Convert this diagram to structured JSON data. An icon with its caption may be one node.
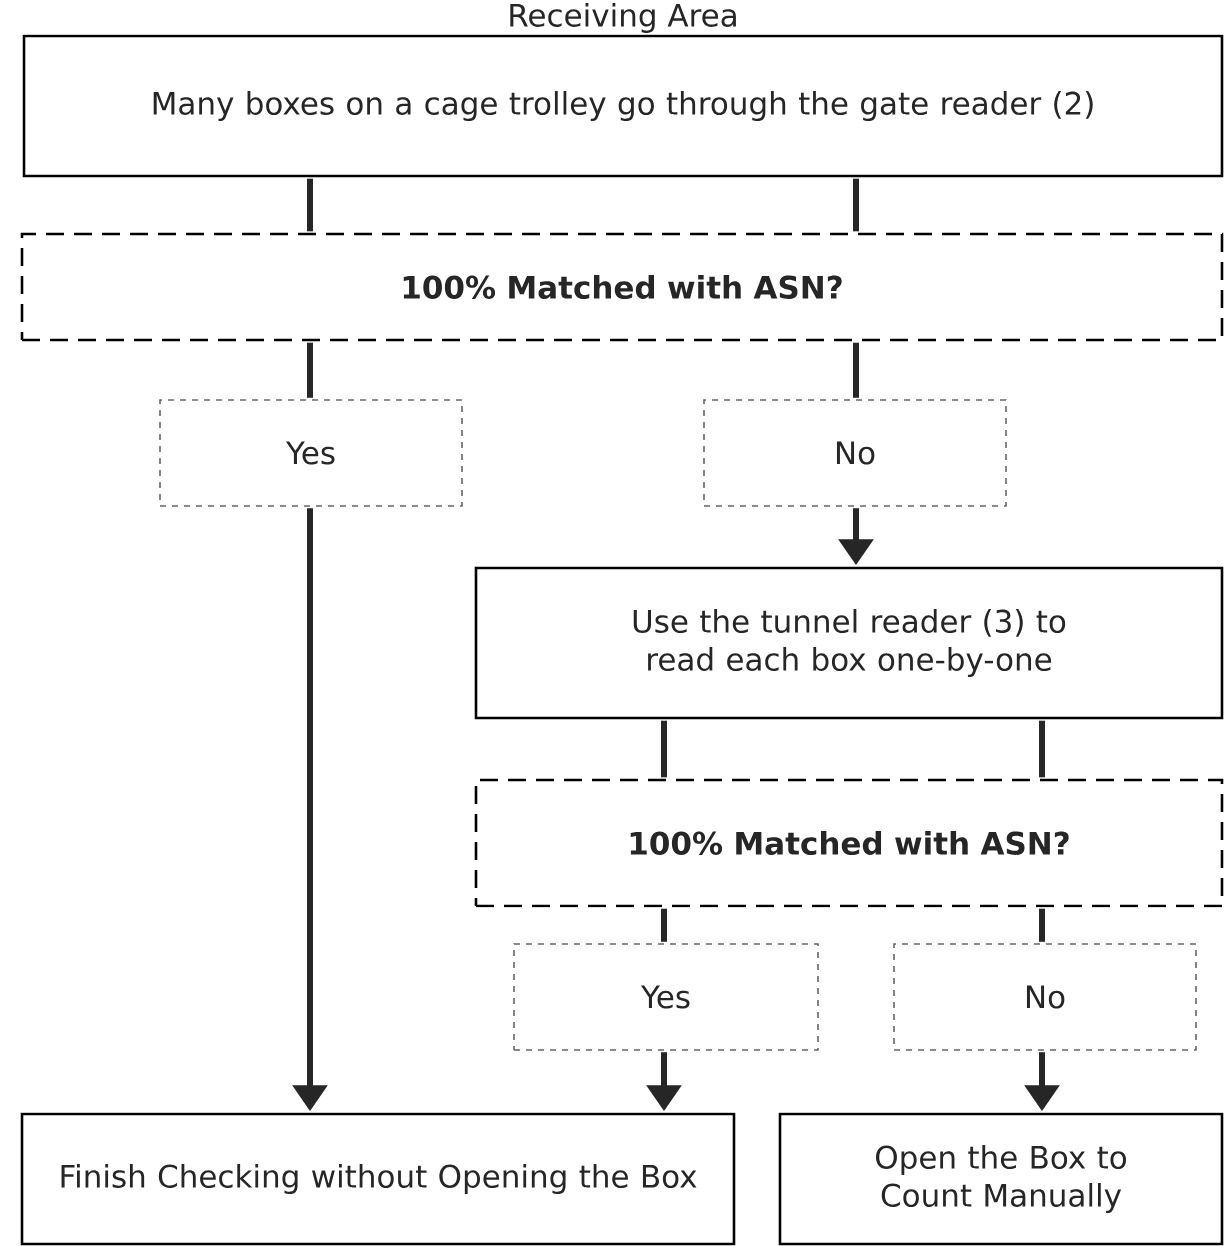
{
  "diagram": {
    "nodes": [
      {
        "text": [
          "Receiving Area",
          "Many boxes on a cage trolley go through the gate reader (2)"
        ]
      },
      {
        "text": [
          "100% Matched with ASN?"
        ]
      },
      {
        "text": [
          "Yes"
        ]
      },
      {
        "text": [
          "No"
        ]
      },
      {
        "text": [
          "Use the tunnel reader (3) to read each box one-by-one"
        ]
      },
      {
        "text": [
          "100% Matched with ASN?"
        ]
      },
      {
        "text": [
          "Yes"
        ]
      },
      {
        "text": [
          "No"
        ]
      },
      {
        "text": [
          "Finish Checking without Opening the Box"
        ]
      },
      {
        "text": [
          "Open the Box to Count Manually"
        ]
      }
    ],
    "edges": [
      {
        "from": 0,
        "to": 1,
        "arrow": "none"
      },
      {
        "from": 0,
        "to": 1,
        "arrow": "none"
      },
      {
        "from": 1,
        "to": 2,
        "arrow": "none"
      },
      {
        "from": 1,
        "to": 3,
        "arrow": "none"
      },
      {
        "from": 2,
        "to": 8,
        "arrow": "to"
      },
      {
        "from": 3,
        "to": 4,
        "arrow": "to"
      },
      {
        "from": 4,
        "to": 5,
        "arrow": "none"
      },
      {
        "from": 4,
        "to": 5,
        "arrow": "none"
      },
      {
        "from": 5,
        "to": 6,
        "arrow": "none"
      },
      {
        "from": 5,
        "to": 7,
        "arrow": "none"
      },
      {
        "from": 6,
        "to": 8,
        "arrow": "to"
      },
      {
        "from": 7,
        "to": 9,
        "arrow": "to"
      }
    ]
  }
}
